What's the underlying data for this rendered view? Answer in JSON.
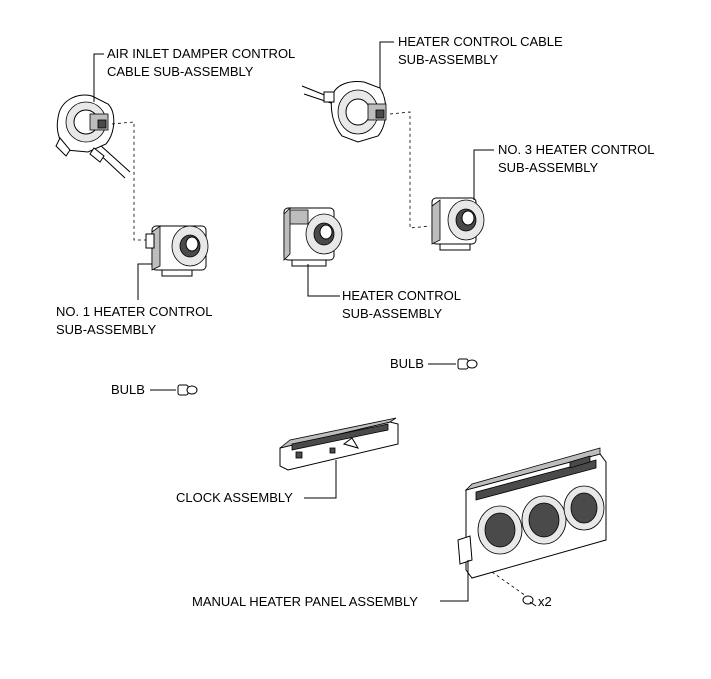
{
  "labels": {
    "air_inlet_line1": "AIR INLET DAMPER CONTROL",
    "air_inlet_line2": "CABLE SUB-ASSEMBLY",
    "heater_cable_line1": "HEATER CONTROL CABLE",
    "heater_cable_line2": "SUB-ASSEMBLY",
    "no3_line1": "NO. 3 HEATER CONTROL",
    "no3_line2": "SUB-ASSEMBLY",
    "no1_line1": "NO. 1 HEATER CONTROL",
    "no1_line2": "SUB-ASSEMBLY",
    "heater_ctrl_line1": "HEATER CONTROL",
    "heater_ctrl_line2": "SUB-ASSEMBLY",
    "bulb_right": "BULB",
    "bulb_left": "BULB",
    "clock": "CLOCK ASSEMBLY",
    "panel": "MANUAL HEATER PANEL ASSEMBLY",
    "screw_qty": "x2"
  }
}
